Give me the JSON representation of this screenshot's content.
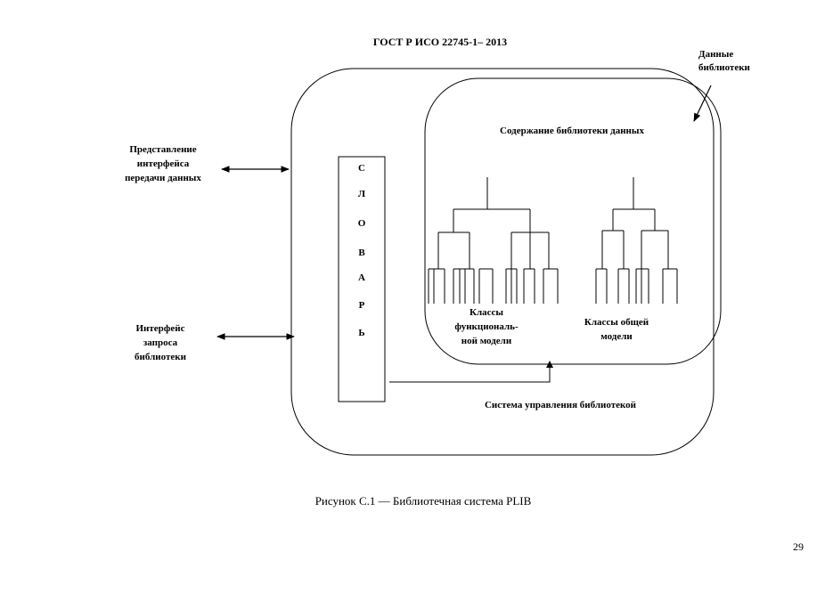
{
  "header": {
    "standard": "ГОСТ Р ИСО 22745-1– 2013"
  },
  "diagram": {
    "library_data_label": [
      "Данные",
      "библиотеки"
    ],
    "content_title": "Содержание библиотеки данных",
    "left_labels": {
      "transfer_interface": [
        "Представление",
        "интерфейса",
        "передачи данных"
      ],
      "query_interface": [
        "Интерфейс",
        "запроса",
        "библиотеки"
      ]
    },
    "dictionary_letters": [
      "С",
      "Л",
      "О",
      "В",
      "А",
      "Р",
      "Ь"
    ],
    "functional_classes": [
      "Классы",
      "функциональ-",
      "ной модели"
    ],
    "general_classes": [
      "Классы общей",
      "модели"
    ],
    "management_system": "Система управления библиотекой"
  },
  "caption": "Рисунок С.1 — Библиотечная система PLIB",
  "page_number": "29"
}
